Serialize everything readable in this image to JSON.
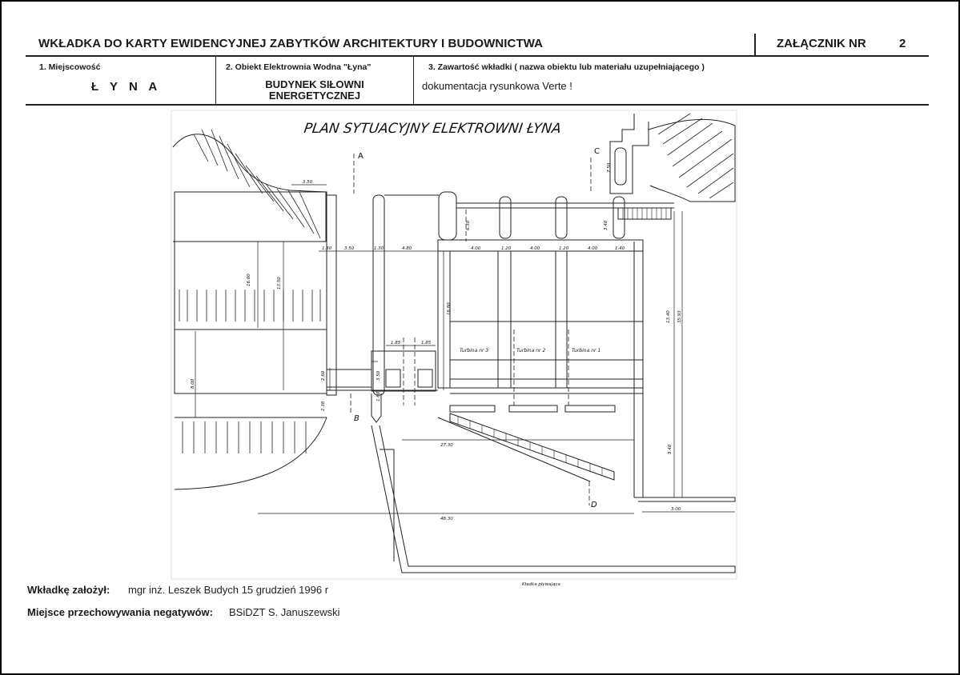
{
  "header": {
    "title": "WKŁADKA DO KARTY EWIDENCYJNEJ ZABYTKÓW ARCHITEKTURY I BUDOWNICTWA",
    "annex_label": "ZAŁĄCZNIK NR",
    "annex_number": "2"
  },
  "fields": {
    "place_label": "1. Miejscowość",
    "place_value": "Ł Y N A",
    "object_label": "2. Obiekt Elektrownia Wodna \"Łyna\"",
    "object_value_line1": "BUDYNEK SIŁOWNI",
    "object_value_line2": "ENERGETYCZNEJ",
    "content_label": "3. Zawartość wkładki ( nazwa obiektu lub materiału uzupełniającego )",
    "content_value": "dokumentacja rysunkowa  Verte !"
  },
  "drawing": {
    "title": "PLAN SYTUACYJNY ELEKTROWNI ŁYNA",
    "section_labels": [
      "A",
      "B",
      "C",
      "D"
    ],
    "turbine_labels": [
      "Turbina nr 3",
      "Turbina nr 2",
      "Turbina nr 1"
    ],
    "bridge_label": "Kładka pływająca",
    "dim_labels": {
      "d350_top": "3.50",
      "d130_a": "1.30",
      "d350_b": "3.50",
      "d130_b": "1.30",
      "d480": "4.80",
      "d400_a": "4.00",
      "d120_a": "1.20",
      "d400_b": "4.00",
      "d120_b": "1.20",
      "d400_c": "4.00",
      "d140": "1.40",
      "d630": "6.30",
      "d340": "3.40",
      "d750": "7.50",
      "d1600": "16.00",
      "d1350": "13.50",
      "d1680": "16.80",
      "d800": "8.00",
      "d1340": "13.40",
      "d3593": "35.93",
      "d940": "9.40",
      "d2730": "27.30",
      "d4830": "48.30",
      "d300": "3.00",
      "d185_a": "1.85",
      "d185_b": "1.85",
      "d260": "2.60",
      "d350_c": "3.50",
      "d160": "1.60",
      "d238": "2.38"
    }
  },
  "footer": {
    "founder_label": "Wkładkę założył:",
    "founder_value": "mgr inż. Leszek Budych  15 grudzień 1996 r",
    "storage_label": "Miejsce przechowywania negatywów:",
    "storage_value": "BSiDZT  S. Januszewski"
  }
}
